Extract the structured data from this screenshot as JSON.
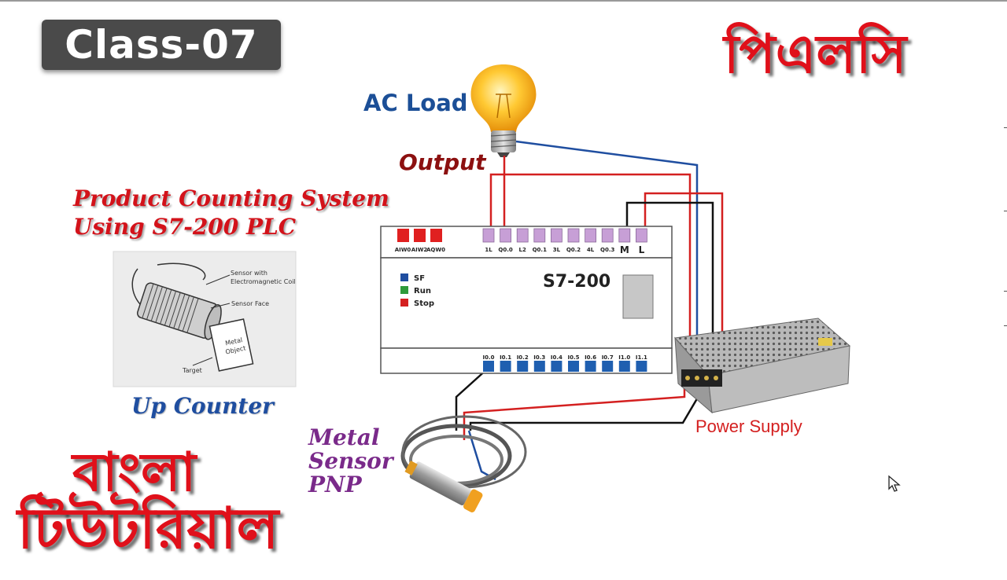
{
  "header": {
    "class_label": "Class-07",
    "plc_title_bn": "পিএলসি"
  },
  "project": {
    "title_line1": "Product Counting System",
    "title_line2": "Using S7-200 PLC",
    "counter_label": "Up Counter"
  },
  "sensor_illustration": {
    "coil_label_line1": "Sensor with",
    "coil_label_line2": "Electromagnetic Coil",
    "face_label": "Sensor Face",
    "target_label": "Target",
    "object_label_line1": "Metal",
    "object_label_line2": "Object"
  },
  "wiring": {
    "ac_load": "AC Load",
    "output": "Output",
    "power_supply": "Power Supply",
    "sensor_line1": "Metal",
    "sensor_line2": "Sensor",
    "sensor_line3": "PNP"
  },
  "plc": {
    "model": "S7-200",
    "analog_terminals": [
      "AIW0",
      "AIW2",
      "AQW0"
    ],
    "output_terminals": [
      "1L",
      "Q0.0",
      "L2",
      "Q0.1",
      "3L",
      "Q0.2",
      "4L",
      "Q0.3",
      "M",
      "L"
    ],
    "input_terminals": [
      "I0.0",
      "I0.1",
      "I0.2",
      "I0.3",
      "I0.4",
      "I0.5",
      "I0.6",
      "I0.7",
      "I1.0",
      "I1.1"
    ],
    "status_leds": [
      {
        "label": "SF",
        "color": "#1f4ea0"
      },
      {
        "label": "Run",
        "color": "#2e9a3a"
      },
      {
        "label": "Stop",
        "color": "#d42020"
      }
    ]
  },
  "footer": {
    "bangla_bn": "বাংলা",
    "tutorial_bn": "টিউটরিয়াল"
  },
  "colors": {
    "title_red": "#e0101a",
    "wire_red": "#d42020",
    "wire_blue": "#1f4ea0",
    "wire_black": "#111111",
    "terminal_output": "#c79fd6",
    "terminal_input": "#1f5fb0",
    "terminal_analog": "#e02020"
  }
}
